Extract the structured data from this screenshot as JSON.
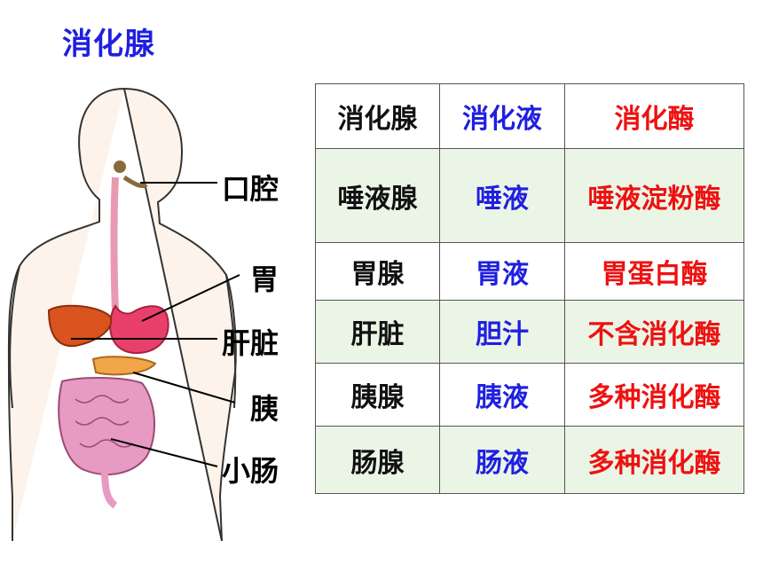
{
  "title": "消化腺",
  "figure_labels": {
    "mouth": "口腔",
    "stomach": "胃",
    "liver": "肝脏",
    "pancreas": "胰",
    "small_intestine": "小肠"
  },
  "table": {
    "headers": [
      "消化腺",
      "消化液",
      "消化酶"
    ],
    "rows": [
      [
        "唾液腺",
        "唾液",
        "唾液淀粉酶"
      ],
      [
        "胃腺",
        "胃液",
        "胃蛋白酶"
      ],
      [
        "肝脏",
        "胆汁",
        "不含消化酶"
      ],
      [
        "胰腺",
        "胰液",
        "多种消化酶"
      ],
      [
        "肠腺",
        "肠液",
        "多种消化酶"
      ]
    ]
  },
  "colors": {
    "title": "#1f1fe0",
    "gland_text": "#111111",
    "juice_text": "#1f1fe0",
    "enzyme_text": "#ee1111",
    "row_tint": "#ebf5e6"
  }
}
